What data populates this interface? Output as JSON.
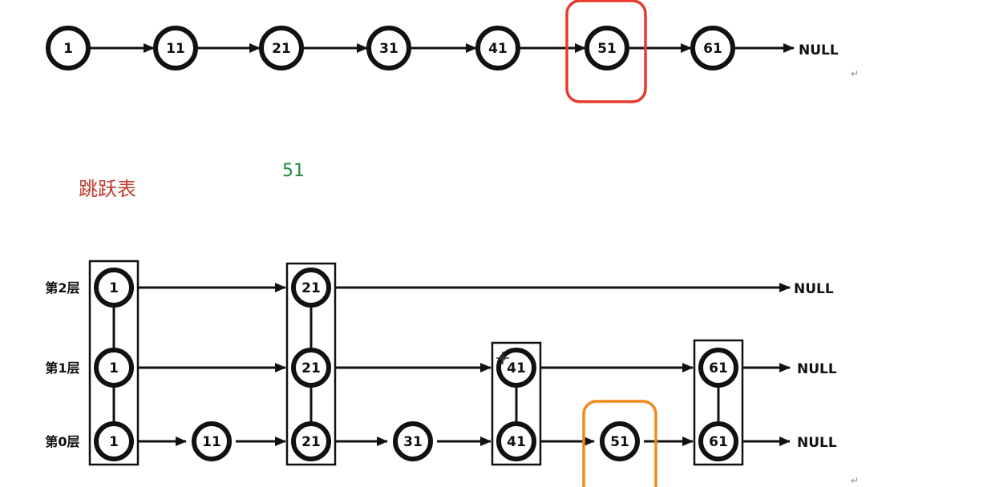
{
  "linked_list": {
    "nodes": [
      "1",
      "11",
      "21",
      "31",
      "41",
      "51",
      "61"
    ],
    "terminal": "NULL",
    "highlight": "51",
    "highlight_color": "#e8392b"
  },
  "annotations": {
    "title": "跳跃表",
    "title_color": "#c0392b",
    "search_target": "51",
    "search_target_color": "#1e8a3c",
    "paragraph_mark": "↵"
  },
  "skip_list": {
    "layers": [
      {
        "label": "第2层",
        "nodes": [
          "1",
          "21"
        ],
        "terminal": "NULL"
      },
      {
        "label": "第1层",
        "nodes": [
          "1",
          "21",
          "41",
          "61"
        ],
        "terminal": "NULL"
      },
      {
        "label": "第0层",
        "nodes": [
          "1",
          "11",
          "21",
          "31",
          "41",
          "51",
          "61"
        ],
        "terminal": "NULL"
      }
    ],
    "towers": [
      "1",
      "21",
      "41",
      "61"
    ],
    "highlight": "51",
    "highlight_color": "#f08a1e"
  }
}
